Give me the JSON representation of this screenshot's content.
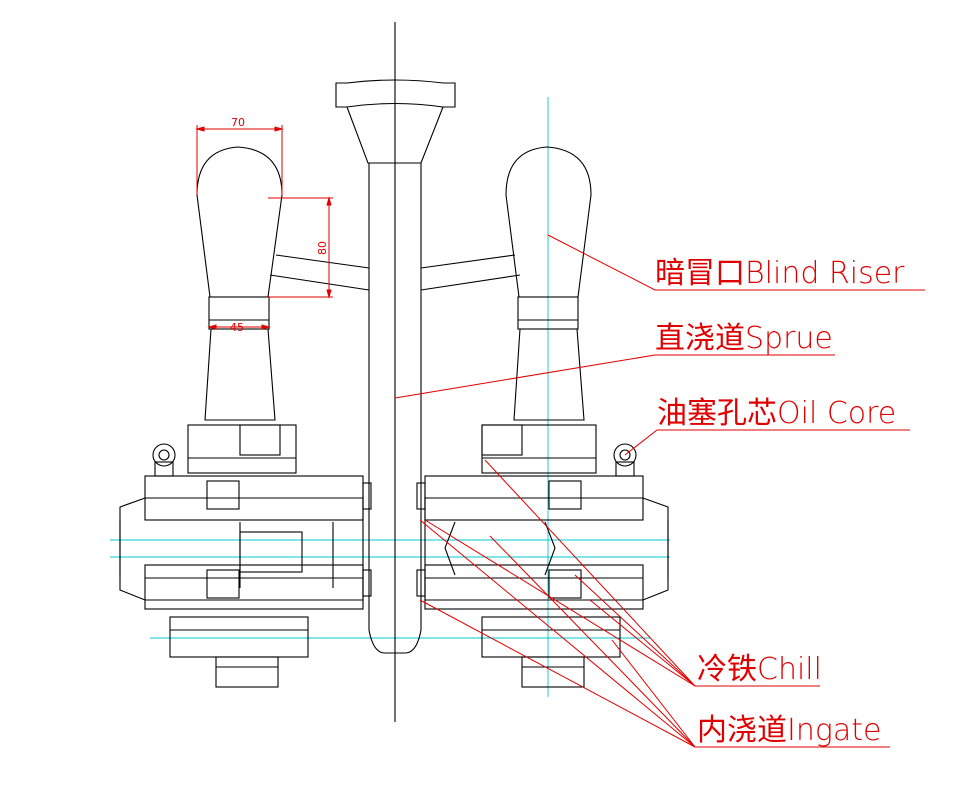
{
  "dimensions": {
    "width_70": "70",
    "height_80": "80",
    "neck_45": "45"
  },
  "labels": {
    "blind_riser": "暗冒口Blind Riser",
    "sprue": "直浇道Sprue",
    "oil_core": "油塞孔芯Oil Core",
    "chill": "冷铁Chill",
    "ingate": "内浇道Ingate"
  },
  "colors": {
    "outline": "#000000",
    "centerline": "#00c8d2",
    "annotation": "#e00000"
  }
}
